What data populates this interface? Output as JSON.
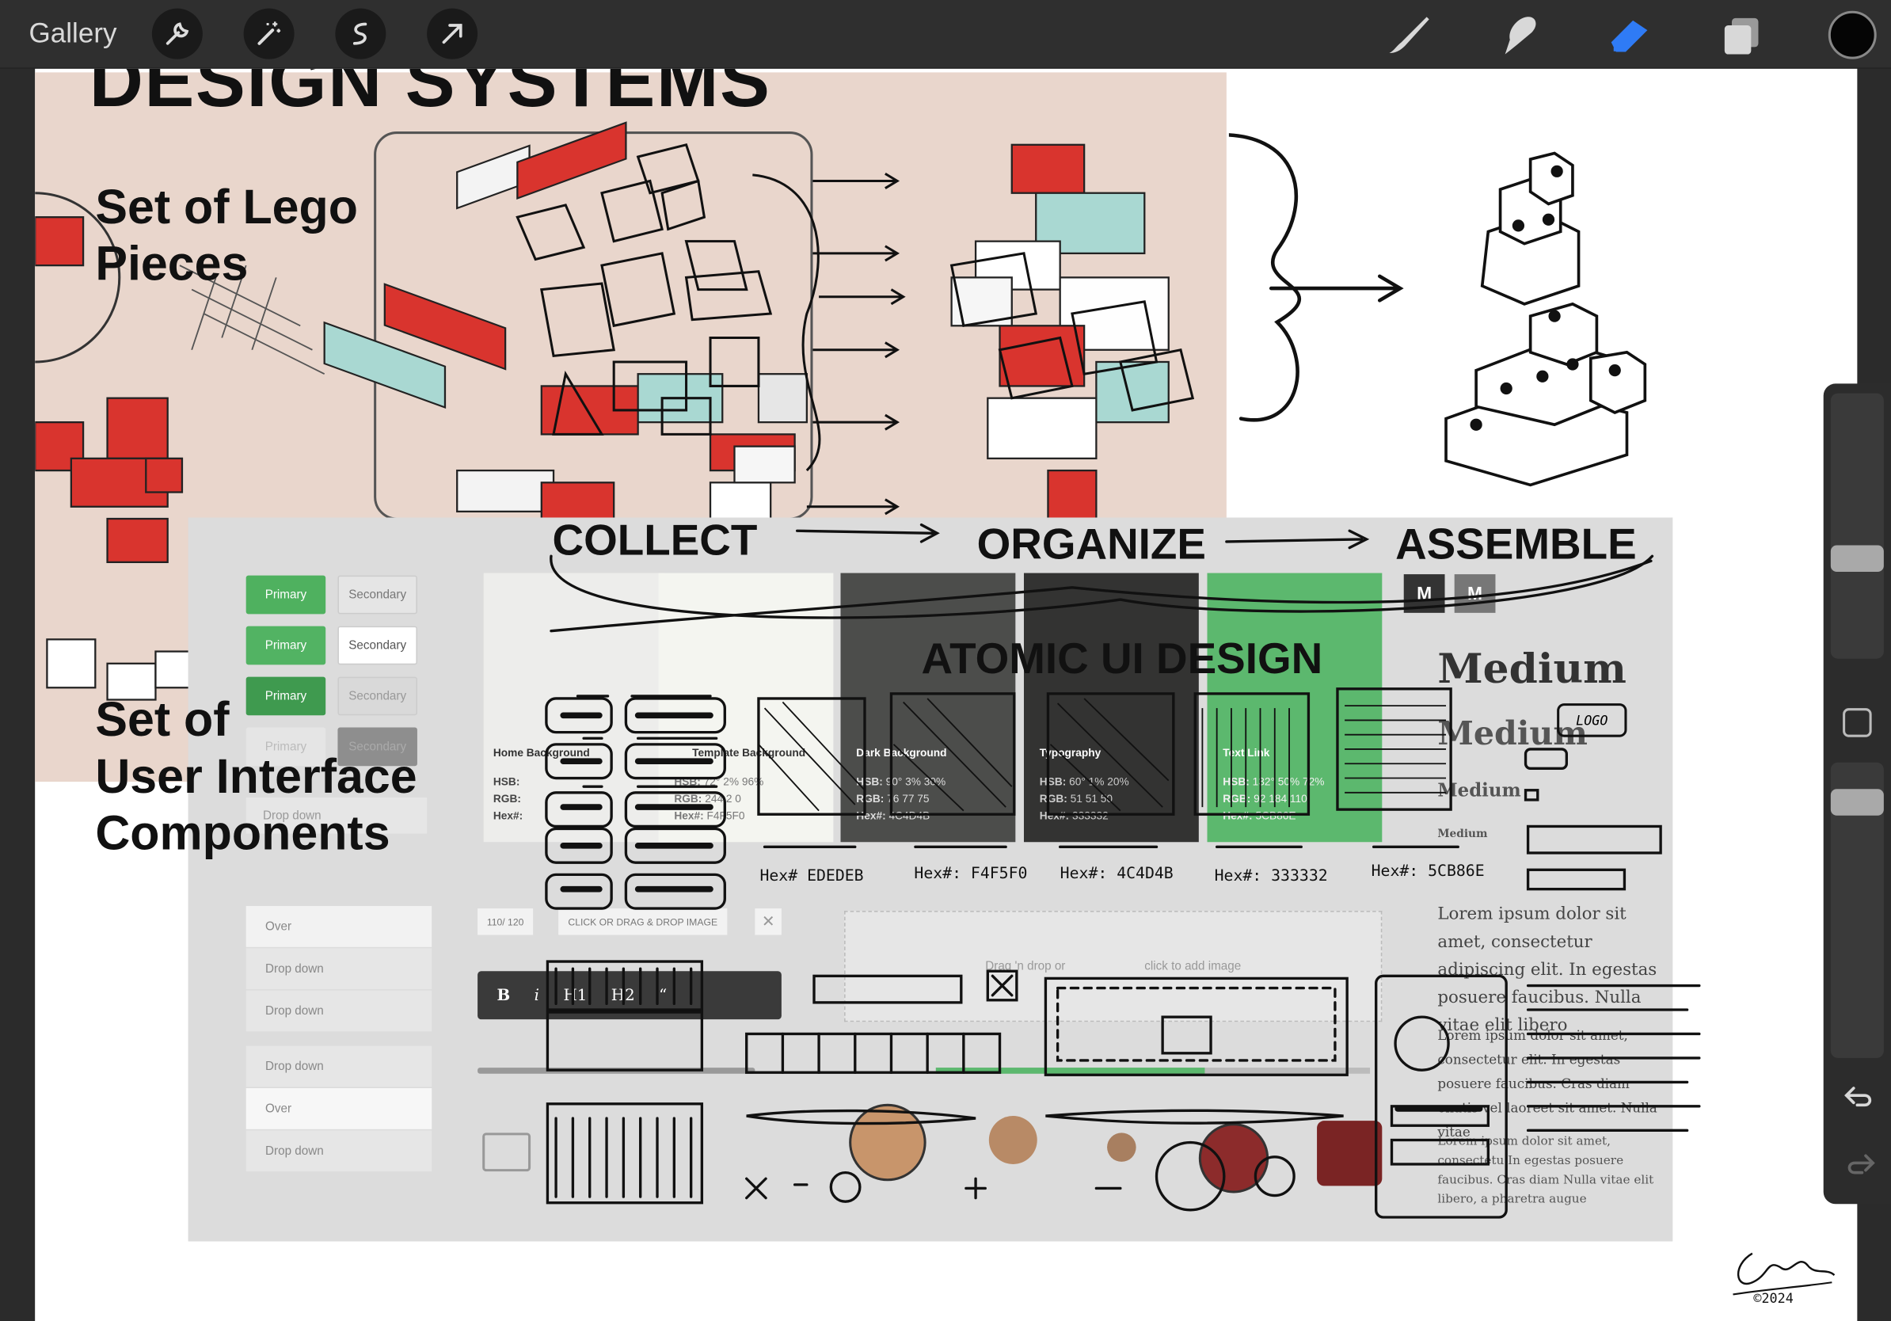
{
  "app": {
    "gallery_label": "Gallery"
  },
  "toolbar": {
    "left_tools": [
      "wrench-icon",
      "magic-wand-icon",
      "selection-icon",
      "transform-arrow-icon"
    ],
    "right_tools": [
      "brush-icon",
      "smudge-icon",
      "eraser-icon",
      "layers-icon"
    ],
    "active_tool": "eraser-icon",
    "accent": "#2f7bf5",
    "current_color": "#050505"
  },
  "canvas": {
    "heading": "DESIGN SYSTEMS",
    "lego_label_1": "Set of Lego",
    "lego_label_2": "Pieces",
    "ui_label_1": "Set of",
    "ui_label_2": "User Interface",
    "ui_label_3": "Components",
    "flow_1": "COLLECT",
    "flow_2": "ORGANIZE",
    "flow_3": "ASSEMBLE",
    "atomic": "ATOMIC UI DESIGN",
    "buttons": {
      "primary": "Primary",
      "secondary": "Secondary"
    },
    "dropdowns": {
      "collapsed": "Drop down",
      "over": "Over",
      "item": "Drop down"
    },
    "swatches": [
      {
        "name": "Home Background",
        "hsb": "",
        "rgb": "",
        "hex": "",
        "color": "#ededeb",
        "text_color": "#444"
      },
      {
        "name": "Template Background",
        "hsb": "72° 2% 96%",
        "rgb": "244 2 0",
        "hex": "F4F5F0",
        "color": "#f4f5f0",
        "text_color": "#444"
      },
      {
        "name": "Dark Background",
        "hsb": "90° 3% 30%",
        "rgb": "76 77 75",
        "hex": "4C4D4B",
        "color": "#4c4d4b",
        "text_color": "#fff"
      },
      {
        "name": "Typography",
        "hsb": "60° 1% 20%",
        "rgb": "51 51 50",
        "hex": "333332",
        "color": "#333332",
        "text_color": "#fff"
      },
      {
        "name": "Text Link",
        "hsb": "132° 50% 72%",
        "rgb": "92 184 110",
        "hex": "5CB86E",
        "color": "#5cb86e",
        "text_color": "#fff"
      }
    ],
    "labels": {
      "hsb": "HSB:",
      "rgb": "RGB:",
      "hex": "Hex#:"
    },
    "handwritten_hex": [
      "Hex# EDEDEB",
      "Hex#: F4F5F0",
      "Hex#: 4C4D4B",
      "Hex#: 333332",
      "Hex#: 5CB86E"
    ],
    "type_samples": {
      "m1": "M",
      "m2": "M",
      "h1": "Medium",
      "h2": "Medium",
      "h3": "Medium",
      "h4": "Medium",
      "logo": "LOGO"
    },
    "upload": {
      "counter": "110/ 120",
      "drop_button": "CLICK OR DRAG & DROP IMAGE",
      "drop_hint": "Drag 'n drop or",
      "click_hint": "click to add image"
    },
    "editor": {
      "bold": "B",
      "italic": "i",
      "h1": "H1",
      "h2": "H2",
      "quote": "“"
    },
    "lorem_1": "Lorem ipsum dolor sit amet, consectetur adipiscing elit. In egestas posuere faucibus. Nulla vitae elit libero",
    "lorem_2": "Lorem ipsum dolor sit amet, consectetur elit. In egestas posuere faucibus. Cras diam enatis vel laoreet sit amet. Nulla vitae",
    "lorem_3": "Lorem ipsum dolor sit amet, consectetu In egestas posuere faucibus. Cras diam Nulla vitae elit libero, a pharetra augue",
    "signature_year": "©2024"
  },
  "sidebar": {
    "undo": "undo-icon",
    "redo": "redo-icon",
    "modify": "square-icon"
  }
}
